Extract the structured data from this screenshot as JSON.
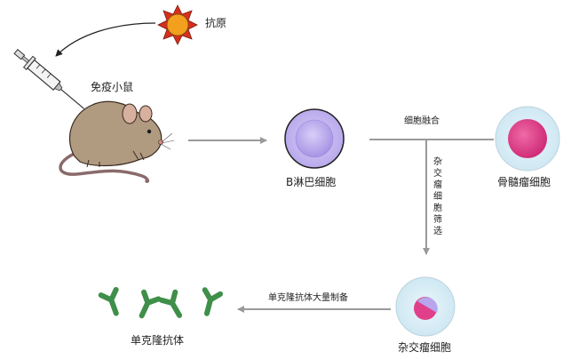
{
  "labels": {
    "antigen": "抗原",
    "mouse": "免疫小鼠",
    "b_cell": "B淋巴细胞",
    "cell_fusion": "细胞融合",
    "myeloma": "骨髓瘤细胞",
    "screening": "杂交瘤细胞筛选",
    "hybridoma": "杂交瘤细胞",
    "mass_production": "单克隆抗体大量制备",
    "antibody": "单克隆抗体"
  },
  "colors": {
    "arrow": "#9a9a9a",
    "sun_body": "#f2a01e",
    "sun_spikes": "#d4301d",
    "b_cell_fill": "#c5b9ee",
    "b_cell_nucleus": "#a999e6",
    "myeloma_fill": "#d9eef7",
    "myeloma_nucleus": "#e0408a",
    "antibody": "#3f8f4a",
    "mouse_body": "#b09a80"
  },
  "icons": {
    "antigen": "sun-antigen-icon",
    "syringe": "syringe-icon",
    "mouse": "mouse-illustration",
    "antibody": "y-antibody-icon"
  }
}
